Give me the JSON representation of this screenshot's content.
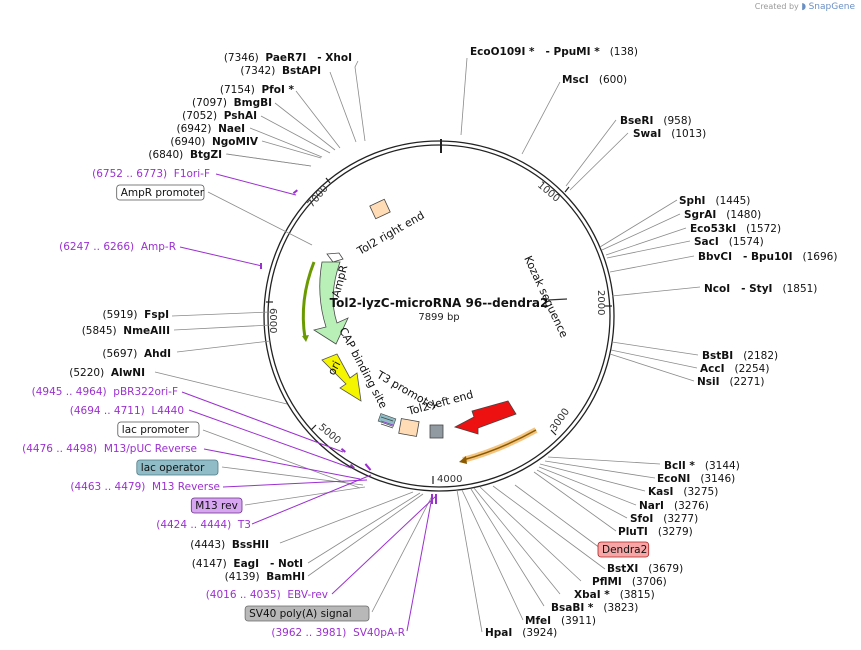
{
  "branding": {
    "created_by": "Created by",
    "product": "SnapGene"
  },
  "plasmid": {
    "name": "Tol2-lyzC-microRNA 96--dendra2",
    "length_label": "7899 bp",
    "length": 7899
  },
  "colors": {
    "primer": "#9b30d0",
    "ampr": "#b8f0b8",
    "ori": "#f5f500",
    "dendra2": "#ee1111",
    "lac_operator": "#8fbcc6",
    "m13_rev": "#d7a6f0",
    "sv40": "#b8b8b8",
    "dendra2_box": "#f6a6a6"
  },
  "ticks": [
    "1000",
    "2000",
    "3000",
    "4000",
    "5000",
    "6000",
    "7000"
  ],
  "features": {
    "tol2_right_end": "Tol2 right end",
    "ampr": "AmpR",
    "cap_binding_site": "CAP binding site",
    "ori": "ori",
    "t3_promoter": "T3 promoter",
    "tol2_left_end": "Tol2 left end",
    "kozak": "Kozak sequence"
  },
  "labels": [
    {
      "pos": "(7346)",
      "name": "PaeR7I",
      "extra": "- XhoI",
      "kind": "enzyme"
    },
    {
      "pos": "(7342)",
      "name": "BstAPI",
      "extra": "",
      "kind": "enzyme"
    },
    {
      "pos": "(7154)",
      "name": "PfoI *",
      "extra": "",
      "kind": "enzyme"
    },
    {
      "pos": "(7097)",
      "name": "BmgBI",
      "extra": "",
      "kind": "enzyme"
    },
    {
      "pos": "(7052)",
      "name": "PshAI",
      "extra": "",
      "kind": "enzyme"
    },
    {
      "pos": "(6942)",
      "name": "NaeI",
      "extra": "",
      "kind": "enzyme"
    },
    {
      "pos": "(6940)",
      "name": "NgoMIV",
      "extra": "",
      "kind": "enzyme"
    },
    {
      "pos": "(6840)",
      "name": "BtgZI",
      "extra": "",
      "kind": "enzyme"
    },
    {
      "pos": "(6752 .. 6773)",
      "name": "F1ori-F",
      "extra": "",
      "kind": "primer"
    },
    {
      "pos": "",
      "name": "AmpR promoter",
      "extra": "",
      "kind": "box-white"
    },
    {
      "pos": "(6247 .. 6266)",
      "name": "Amp-R",
      "extra": "",
      "kind": "primer"
    },
    {
      "pos": "(5919)",
      "name": "FspI",
      "extra": "",
      "kind": "enzyme"
    },
    {
      "pos": "(5845)",
      "name": "NmeAIII",
      "extra": "",
      "kind": "enzyme"
    },
    {
      "pos": "(5697)",
      "name": "AhdI",
      "extra": "",
      "kind": "enzyme"
    },
    {
      "pos": "(5220)",
      "name": "AlwNI",
      "extra": "",
      "kind": "enzyme"
    },
    {
      "pos": "(4945 .. 4964)",
      "name": "pBR322ori-F",
      "extra": "",
      "kind": "primer"
    },
    {
      "pos": "(4694 .. 4711)",
      "name": "L4440",
      "extra": "",
      "kind": "primer"
    },
    {
      "pos": "",
      "name": "lac promoter",
      "extra": "",
      "kind": "box-white"
    },
    {
      "pos": "(4476 .. 4498)",
      "name": "M13/pUC Reverse",
      "extra": "",
      "kind": "primer"
    },
    {
      "pos": "",
      "name": "lac operator",
      "extra": "",
      "kind": "box-lacop"
    },
    {
      "pos": "(4463 .. 4479)",
      "name": "M13 Reverse",
      "extra": "",
      "kind": "primer"
    },
    {
      "pos": "",
      "name": "M13 rev",
      "extra": "",
      "kind": "box-m13"
    },
    {
      "pos": "(4424 .. 4444)",
      "name": "T3",
      "extra": "",
      "kind": "primer"
    },
    {
      "pos": "(4443)",
      "name": "BssHII",
      "extra": "",
      "kind": "enzyme"
    },
    {
      "pos": "(4147)",
      "name": "EagI",
      "extra": "- NotI",
      "kind": "enzyme"
    },
    {
      "pos": "(4139)",
      "name": "BamHI",
      "extra": "",
      "kind": "enzyme"
    },
    {
      "pos": "(4016 .. 4035)",
      "name": "EBV-rev",
      "extra": "",
      "kind": "primer"
    },
    {
      "pos": "",
      "name": "SV40 poly(A) signal",
      "extra": "",
      "kind": "box-sv40"
    },
    {
      "pos": "(3962 .. 3981)",
      "name": "SV40pA-R",
      "extra": "",
      "kind": "primer"
    },
    {
      "pos": "(138)",
      "name": "EcoO109I *",
      "extra": "- PpuMI *",
      "kind": "enzyme"
    },
    {
      "pos": "(600)",
      "name": "MscI",
      "extra": "",
      "kind": "enzyme"
    },
    {
      "pos": "(958)",
      "name": "BseRI",
      "extra": "",
      "kind": "enzyme"
    },
    {
      "pos": "(1013)",
      "name": "SwaI",
      "extra": "",
      "kind": "enzyme"
    },
    {
      "pos": "(1445)",
      "name": "SphI",
      "extra": "",
      "kind": "enzyme"
    },
    {
      "pos": "(1480)",
      "name": "SgrAI",
      "extra": "",
      "kind": "enzyme"
    },
    {
      "pos": "(1572)",
      "name": "Eco53kI",
      "extra": "",
      "kind": "enzyme"
    },
    {
      "pos": "(1574)",
      "name": "SacI",
      "extra": "",
      "kind": "enzyme"
    },
    {
      "pos": "(1696)",
      "name": "BbvCI",
      "extra": "- Bpu10I",
      "kind": "enzyme"
    },
    {
      "pos": "(1851)",
      "name": "NcoI",
      "extra": "- StyI",
      "kind": "enzyme"
    },
    {
      "pos": "(2182)",
      "name": "BstBI",
      "extra": "",
      "kind": "enzyme"
    },
    {
      "pos": "(2254)",
      "name": "AccI",
      "extra": "",
      "kind": "enzyme"
    },
    {
      "pos": "(2271)",
      "name": "NsiI",
      "extra": "",
      "kind": "enzyme"
    },
    {
      "pos": "(3144)",
      "name": "BclI *",
      "extra": "",
      "kind": "enzyme"
    },
    {
      "pos": "(3146)",
      "name": "EcoNI",
      "extra": "",
      "kind": "enzyme"
    },
    {
      "pos": "(3275)",
      "name": "KasI",
      "extra": "",
      "kind": "enzyme"
    },
    {
      "pos": "(3276)",
      "name": "NarI",
      "extra": "",
      "kind": "enzyme"
    },
    {
      "pos": "(3277)",
      "name": "SfoI",
      "extra": "",
      "kind": "enzyme"
    },
    {
      "pos": "(3279)",
      "name": "PluTI",
      "extra": "",
      "kind": "enzyme"
    },
    {
      "pos": "",
      "name": "Dendra2",
      "extra": "",
      "kind": "box-dendra"
    },
    {
      "pos": "(3679)",
      "name": "BstXI",
      "extra": "",
      "kind": "enzyme"
    },
    {
      "pos": "(3706)",
      "name": "PflMI",
      "extra": "",
      "kind": "enzyme"
    },
    {
      "pos": "(3815)",
      "name": "XbaI *",
      "extra": "",
      "kind": "enzyme"
    },
    {
      "pos": "(3823)",
      "name": "BsaBI *",
      "extra": "",
      "kind": "enzyme"
    },
    {
      "pos": "(3911)",
      "name": "MfeI",
      "extra": "",
      "kind": "enzyme"
    },
    {
      "pos": "(3924)",
      "name": "HpaI",
      "extra": "",
      "kind": "enzyme"
    }
  ]
}
